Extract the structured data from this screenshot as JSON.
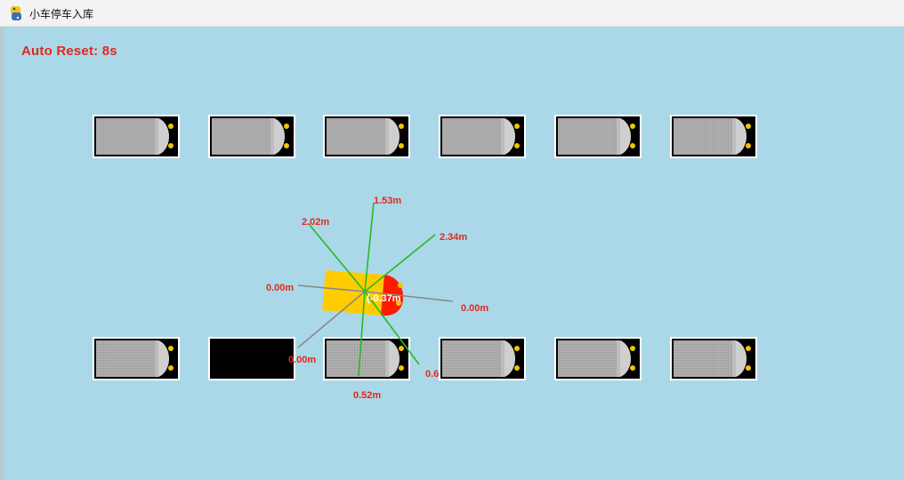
{
  "window": {
    "title": "小车停车入库",
    "icon": "python-icon"
  },
  "hud": {
    "auto_reset": "Auto Reset: 8s"
  },
  "colors": {
    "background": "#abd8e8",
    "stall_border": "#ffffff",
    "stall_empty": "#000000",
    "parked_car_body": "#aaaaaa",
    "headlight": "#f5c400",
    "agent_car_body": "#ffcc00",
    "agent_car_front": "#ff1a00",
    "sensor_ray_hit": "#22bb22",
    "sensor_ray_free": "#888888",
    "label": "#e4261d"
  },
  "parking": {
    "top_row": [
      {
        "occupied": true
      },
      {
        "occupied": true
      },
      {
        "occupied": true
      },
      {
        "occupied": true
      },
      {
        "occupied": true
      },
      {
        "occupied": true
      }
    ],
    "bottom_row": [
      {
        "occupied": true
      },
      {
        "occupied": false,
        "target": true
      },
      {
        "occupied": true
      },
      {
        "occupied": true
      },
      {
        "occupied": true
      },
      {
        "occupied": true
      }
    ]
  },
  "agent": {
    "speed_label": "(-0.37m"
  },
  "sensors": [
    {
      "label": "1.53m",
      "hit": true
    },
    {
      "label": "2.34m",
      "hit": true
    },
    {
      "label": "0.00m",
      "hit": false
    },
    {
      "label": "0.6",
      "hit": true
    },
    {
      "label": "0.52m",
      "hit": true
    },
    {
      "label": "0.00m",
      "hit": false
    },
    {
      "label": "0.00m",
      "hit": false
    },
    {
      "label": "2.02m",
      "hit": true
    }
  ]
}
